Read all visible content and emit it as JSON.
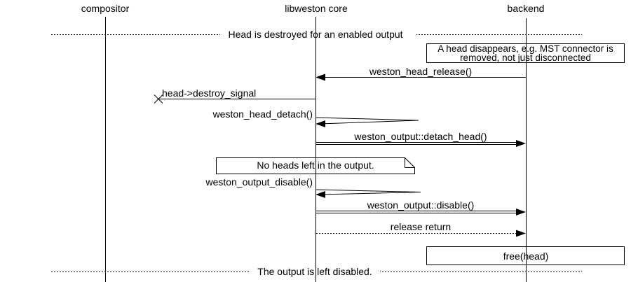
{
  "actors": [
    {
      "label": "compositor"
    },
    {
      "label": "libweston core"
    },
    {
      "label": "backend"
    }
  ],
  "dividers": [
    {
      "label": "Head is destroyed for an enabled output"
    },
    {
      "label": "The output is left disabled."
    }
  ],
  "notes": [
    {
      "line1": "A head disappears, e.g. MST connector is",
      "line2": "removed, not just disconnected"
    },
    {
      "text": "No heads left in the output."
    }
  ],
  "messages": [
    {
      "label": "weston_head_release()",
      "type": "call",
      "from": "backend",
      "to": "libweston core"
    },
    {
      "label": "head->destroy_signal",
      "type": "lost-signal",
      "from": "libweston core"
    },
    {
      "label": "weston_head_detach()",
      "type": "self-call",
      "on": "libweston core"
    },
    {
      "label": "weston_output::detach_head()",
      "type": "method-call",
      "from": "libweston core",
      "to": "backend"
    },
    {
      "label": "weston_output_disable()",
      "type": "self-call",
      "on": "libweston core"
    },
    {
      "label": "weston_output::disable()",
      "type": "method-call",
      "from": "libweston core",
      "to": "backend"
    },
    {
      "label": "release return",
      "type": "return",
      "from": "libweston core",
      "to": "backend"
    }
  ],
  "action_box": {
    "label": "free(head)"
  },
  "colors": {
    "line": "#000000",
    "background": "#ffffff"
  }
}
